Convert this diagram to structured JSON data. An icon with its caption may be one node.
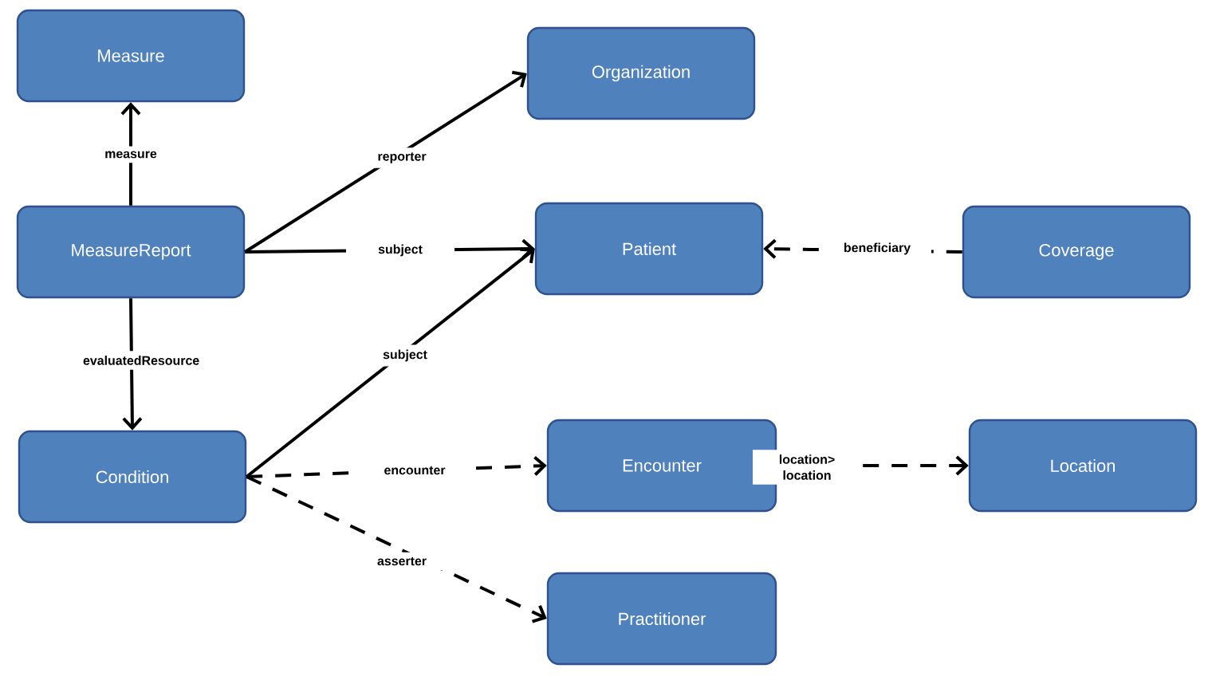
{
  "diagram": {
    "nodes": [
      {
        "text": [
          "Measure"
        ]
      },
      {
        "text": [
          "Organization"
        ]
      },
      {
        "text": [
          "MeasureReport"
        ]
      },
      {
        "text": [
          "Patient"
        ]
      },
      {
        "text": [
          "Coverage"
        ]
      },
      {
        "text": [
          "Condition"
        ]
      },
      {
        "text": [
          "Encounter"
        ]
      },
      {
        "text": [
          "Location"
        ]
      },
      {
        "text": [
          "Practitioner"
        ]
      }
    ],
    "edges": [
      {
        "from": 2,
        "to": 0,
        "arrow": "to",
        "label": "measure"
      },
      {
        "from": 2,
        "to": 1,
        "arrow": "to",
        "label": "reporter"
      },
      {
        "from": 2,
        "to": 3,
        "arrow": "to",
        "label": "subject"
      },
      {
        "from": 2,
        "to": 5,
        "arrow": "to",
        "label": "evaluatedResource"
      },
      {
        "from": 5,
        "to": 3,
        "arrow": "to",
        "label": "subject"
      },
      {
        "from": 5,
        "to": 6,
        "arrow": "to",
        "label": "encounter",
        "style": "dashed"
      },
      {
        "from": 5,
        "to": 8,
        "arrow": "to",
        "label": "asserter",
        "style": "dashed"
      },
      {
        "from": 4,
        "to": 3,
        "arrow": "to",
        "label": "beneficiary",
        "style": "dashed"
      },
      {
        "from": 6,
        "to": 7,
        "arrow": "to",
        "label": "location> location",
        "style": "dashed"
      }
    ]
  }
}
